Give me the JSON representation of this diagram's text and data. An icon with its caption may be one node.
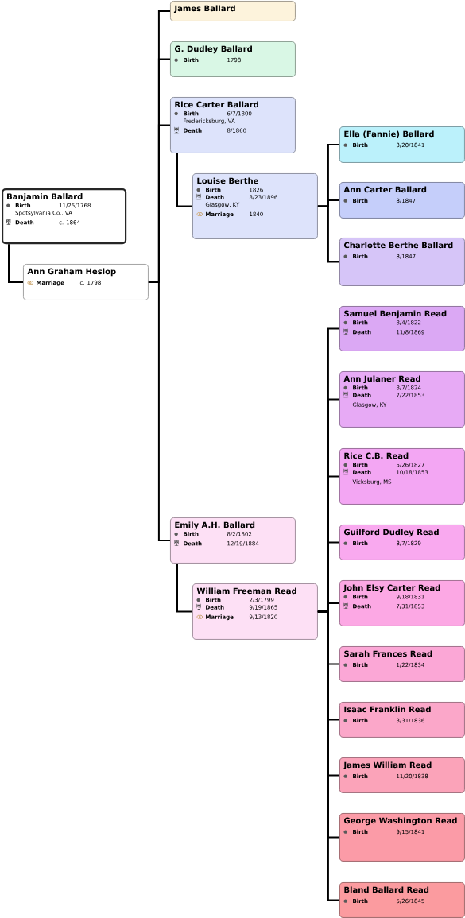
{
  "diagram": {
    "nodes": [
      {
        "text": [
          "Banjamin Ballard",
          "Birth",
          "11/25/1768",
          "Spotsylvania Co., VA",
          "Death",
          "c. 1864"
        ]
      },
      {
        "text": [
          "Ann Graham Heslop",
          "Marriage",
          "c. 1798"
        ]
      },
      {
        "text": [
          "James Ballard"
        ]
      },
      {
        "text": [
          "G. Dudley Ballard",
          "Birth",
          "1798"
        ]
      },
      {
        "text": [
          "Rice Carter Ballard",
          "Birth",
          "6/7/1800",
          "Fredericksburg, VA",
          "Death",
          "8/1860"
        ]
      },
      {
        "text": [
          "Louise Berthe",
          "Birth",
          "1826",
          "Death",
          "8/23/1896",
          "Glasgow, KY",
          "Marriage",
          "1840"
        ]
      },
      {
        "text": [
          "Emily A.H. Ballard",
          "Birth",
          "8/2/1802",
          "Death",
          "12/19/1884"
        ]
      },
      {
        "text": [
          "William Freeman Read",
          "Birth",
          "2/3/1799",
          "Death",
          "9/19/1865",
          "Marriage",
          "9/13/1820"
        ]
      },
      {
        "text": [
          "Ella (Fannie) Ballard",
          "Birth",
          "3/20/1841"
        ]
      },
      {
        "text": [
          "Ann Carter Ballard",
          "Birth",
          "8/1847"
        ]
      },
      {
        "text": [
          "Charlotte Berthe Ballard",
          "Birth",
          "8/1847"
        ]
      },
      {
        "text": [
          "Samuel Benjamin Read",
          "Birth",
          "8/4/1822",
          "Death",
          "11/8/1869"
        ]
      },
      {
        "text": [
          "Ann Julaner Read",
          "Birth",
          "8/7/1824",
          "Death",
          "7/22/1853",
          "Glasgow, KY"
        ]
      },
      {
        "text": [
          "Rice C.B. Read",
          "Birth",
          "5/26/1827",
          "Death",
          "10/18/1853",
          "Vicksburg, MS"
        ]
      },
      {
        "text": [
          "Guilford Dudley Read",
          "Birth",
          "8/7/1829"
        ]
      },
      {
        "text": [
          "John Elsy Carter Read",
          "Birth",
          "9/18/1831",
          "Death",
          "7/31/1853"
        ]
      },
      {
        "text": [
          "Sarah Frances Read",
          "Birth",
          "1/22/1834"
        ]
      },
      {
        "text": [
          "Isaac Franklin Read",
          "Birth",
          "3/31/1836"
        ]
      },
      {
        "text": [
          "James William Read",
          "Birth",
          "11/20/1838"
        ]
      },
      {
        "text": [
          "George Washington Read",
          "Birth",
          "9/15/1841"
        ]
      },
      {
        "text": [
          "Bland Ballard Read",
          "Birth",
          "5/26/1845"
        ]
      }
    ],
    "edges": [
      {
        "from": 0,
        "to": 1,
        "arrow": "none"
      },
      {
        "from": 1,
        "to": 2,
        "arrow": "none"
      },
      {
        "from": 1,
        "to": 3,
        "arrow": "none"
      },
      {
        "from": 1,
        "to": 4,
        "arrow": "none"
      },
      {
        "from": 1,
        "to": 6,
        "arrow": "none"
      },
      {
        "from": 4,
        "to": 5,
        "arrow": "none"
      },
      {
        "from": 5,
        "to": 8,
        "arrow": "none"
      },
      {
        "from": 5,
        "to": 9,
        "arrow": "none"
      },
      {
        "from": 5,
        "to": 10,
        "arrow": "none"
      },
      {
        "from": 6,
        "to": 7,
        "arrow": "none"
      },
      {
        "from": 7,
        "to": 11,
        "arrow": "none"
      },
      {
        "from": 7,
        "to": 12,
        "arrow": "none"
      },
      {
        "from": 7,
        "to": 13,
        "arrow": "none"
      },
      {
        "from": 7,
        "to": 14,
        "arrow": "none"
      },
      {
        "from": 7,
        "to": 15,
        "arrow": "none"
      },
      {
        "from": 7,
        "to": 16,
        "arrow": "none"
      },
      {
        "from": 7,
        "to": 17,
        "arrow": "none"
      },
      {
        "from": 7,
        "to": 18,
        "arrow": "none"
      },
      {
        "from": 7,
        "to": 19,
        "arrow": "none"
      },
      {
        "from": 7,
        "to": 20,
        "arrow": "none"
      }
    ]
  }
}
